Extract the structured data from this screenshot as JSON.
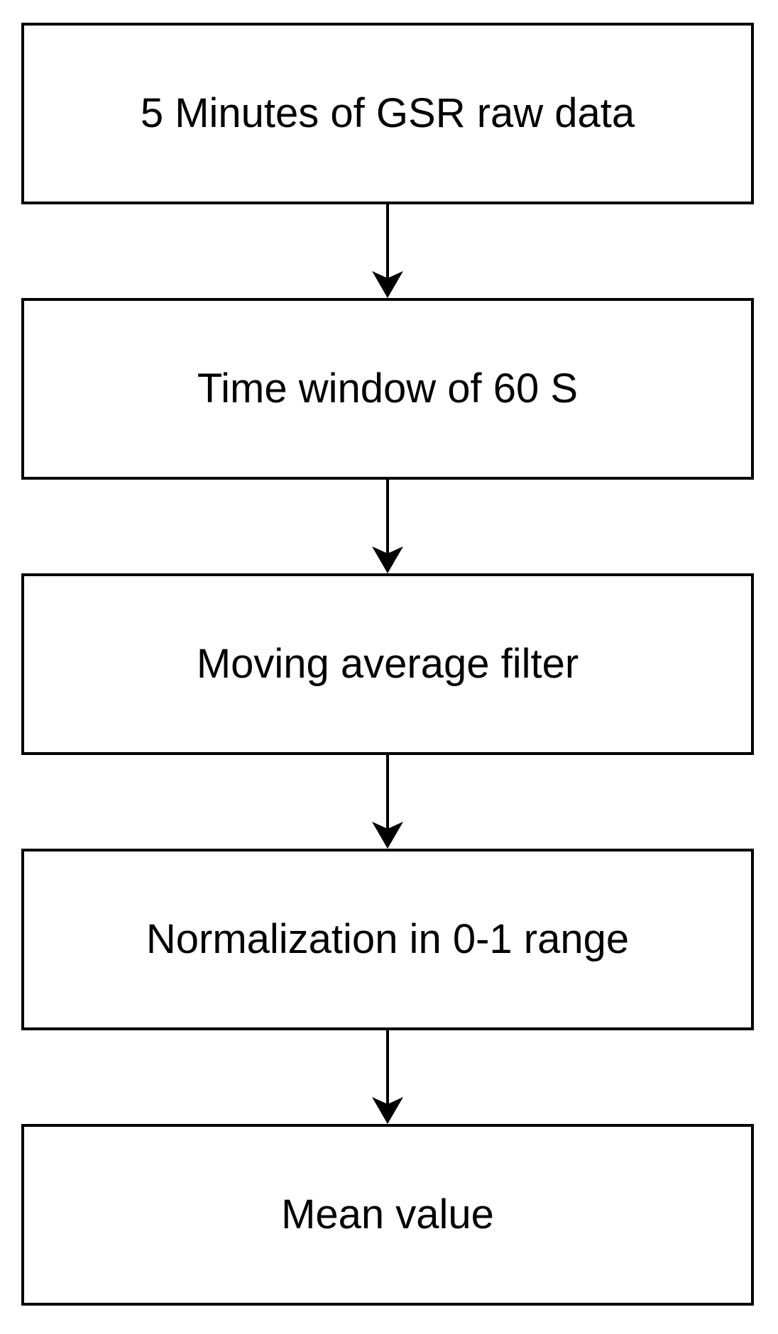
{
  "diagram": {
    "type": "flowchart",
    "direction": "top-to-bottom",
    "colors": {
      "stroke": "#000000",
      "fill": "#ffffff",
      "text": "#000000"
    },
    "steps": [
      {
        "label": "5 Minutes of GSR raw data"
      },
      {
        "label": "Time window of 60 S"
      },
      {
        "label": "Moving average filter"
      },
      {
        "label": "Normalization in 0-1 range"
      },
      {
        "label": "Mean value"
      }
    ],
    "connections": [
      {
        "from": 0,
        "to": 1
      },
      {
        "from": 1,
        "to": 2
      },
      {
        "from": 2,
        "to": 3
      },
      {
        "from": 3,
        "to": 4
      }
    ]
  }
}
